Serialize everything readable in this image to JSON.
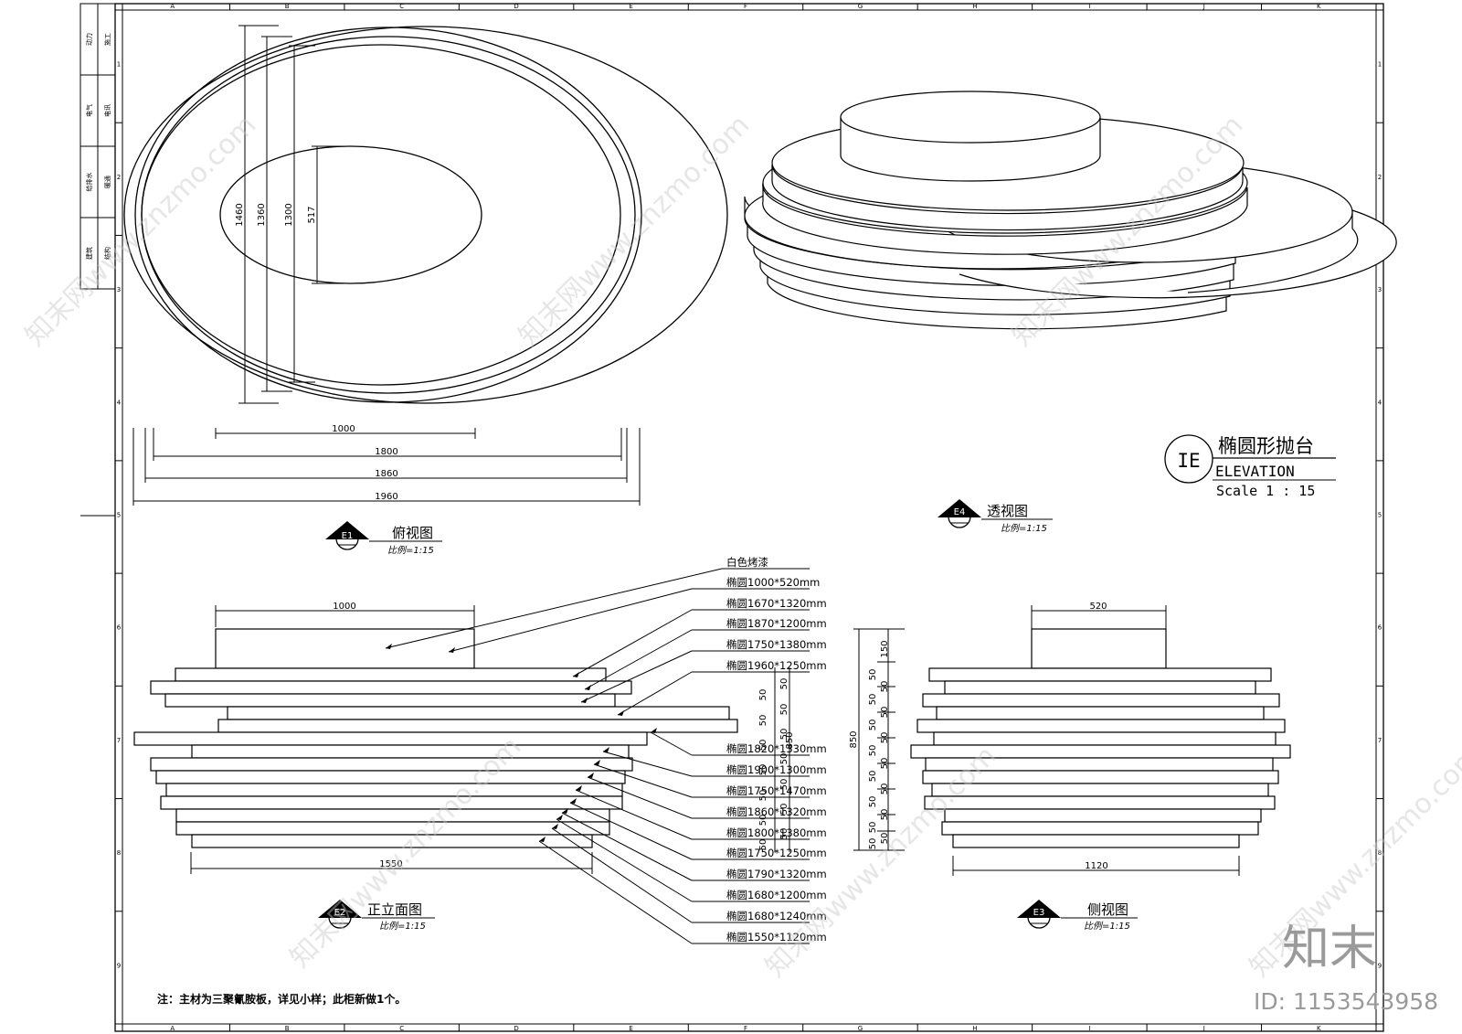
{
  "title_block": {
    "main_title": "椭圆形抛台",
    "sub_title": "ELEVATION",
    "scale": "Scale 1 : 15",
    "symbol": "IE"
  },
  "grid": {
    "cols": [
      "A",
      "B",
      "C",
      "D",
      "E",
      "F",
      "G",
      "H",
      "I",
      "J",
      "K"
    ],
    "rows": [
      "1",
      "2",
      "3",
      "4",
      "5",
      "6",
      "7",
      "8",
      "9"
    ]
  },
  "sidebar_labels": [
    "动力",
    "施工",
    "电气",
    "电讯",
    "给排水",
    "暖通",
    "建筑",
    "结构"
  ],
  "views": {
    "top": {
      "symbol": "E1",
      "name": "俯视图",
      "scale": "比例=1:15"
    },
    "perspective": {
      "symbol": "E4",
      "name": "透视图",
      "scale": "比例=1:15"
    },
    "front": {
      "symbol": "E2",
      "name": "正立面图",
      "scale": "比例=1:15"
    },
    "side": {
      "symbol": "E3",
      "name": "侧视图",
      "scale": "比例=1:15"
    }
  },
  "dimensions": {
    "top_horizontal": [
      "1000",
      "1800",
      "1860",
      "1960"
    ],
    "top_vertical": [
      "1460",
      "1360",
      "1300",
      "517"
    ],
    "front_top": "1000",
    "front_bottom": "1550",
    "side_top": "520",
    "side_bottom": "1120",
    "side_height": "850",
    "side_steps": [
      "150",
      "50",
      "50",
      "50",
      "50",
      "50",
      "50",
      "50",
      "50",
      "50",
      "50",
      "50",
      "50",
      "50",
      "50"
    ],
    "front_overlap": [
      "50",
      "50",
      "50",
      "50",
      "50",
      "50",
      "50",
      "50",
      "50",
      "50",
      "50",
      "850"
    ]
  },
  "callouts": [
    "白色烤漆",
    "椭圆1000*520mm",
    "椭圆1670*1320mm",
    "椭圆1870*1200mm",
    "椭圆1750*1380mm",
    "椭圆1960*1250mm",
    "椭圆1820*1330mm",
    "椭圆1900*1300mm",
    "椭圆1750*1470mm",
    "椭圆1860*1320mm",
    "椭圆1800*1380mm",
    "椭圆1750*1250mm",
    "椭圆1790*1320mm",
    "椭圆1680*1200mm",
    "椭圆1680*1240mm",
    "椭圆1550*1120mm"
  ],
  "note": "注：主材为三聚氰胺板，详见小样；此柜新做1个。",
  "watermark": {
    "text": "知末网www.znzmo.com",
    "brand": "知末",
    "id": "ID: 1153543958"
  }
}
